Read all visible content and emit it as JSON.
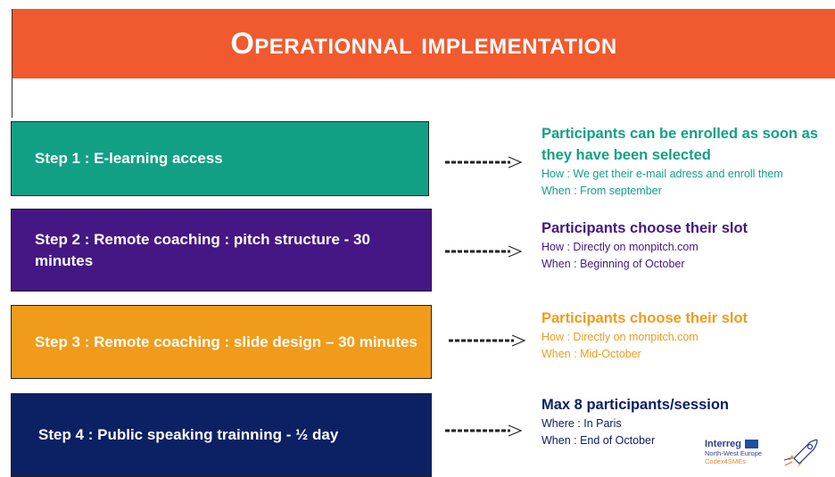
{
  "header": {
    "title": "Operationnal implementation"
  },
  "steps": [
    {
      "label": "Step 1 : E-learning access",
      "heading_1": "Participants can be enrolled as soon as",
      "heading_2": "they have been selected",
      "line_1": "How : We get their e-mail adress and enroll them",
      "line_2": "When : From september",
      "color": "#12a085"
    },
    {
      "label": "Step 2 : Remote coaching : pitch structure - 30 minutes",
      "heading_1": "Participants choose their slot",
      "line_1": "How : Directly on monpitch.com",
      "line_2": "When : Beginning of October",
      "color": "#451784"
    },
    {
      "label": "Step 3 : Remote coaching : slide design – 30 minutes",
      "heading_1": "Participants choose their slot",
      "line_1": "How : Directly on monpitch.com",
      "line_2": "When : Mid-October",
      "color": "#f19b1b"
    },
    {
      "label": "Step 4 : Public speaking trainning - ½ day",
      "heading_1": "Max 8 participants/session",
      "line_1": "Where : In Paris",
      "line_2": "When : End of October",
      "color": "#0c2064"
    }
  ],
  "logo": {
    "name": "Interreg",
    "region": "North-West Europe",
    "project": "Codex4SMEs"
  },
  "colors": {
    "header": "#f05a2e"
  },
  "icons": [
    "dashed-arrow-icon",
    "eu-flag-icon",
    "rocket-icon"
  ]
}
